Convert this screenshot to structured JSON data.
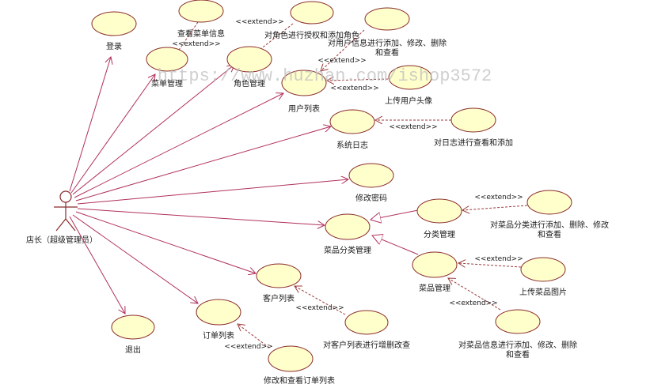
{
  "actor": {
    "label": "店长（超级管理员）"
  },
  "use_cases": {
    "login": "登录",
    "view_menu_info": "查看菜单信息",
    "menu_mgmt": "菜单管理",
    "role_mgmt": "角色管理",
    "role_auth": "对角色进行授权和添加角色",
    "user_crud_1": "对用户信息进行添加、修改、删除",
    "user_crud_2": "和查看",
    "user_list": "用户列表",
    "upload_avatar": "上传用户头像",
    "system_log": "系统日志",
    "log_view": "对日志进行查看和添加",
    "change_pwd": "修改密码",
    "dish_category_mgmt": "菜品分类管理",
    "category_mgmt": "分类管理",
    "category_crud_1": "对菜品分类进行添加、删除、修改",
    "category_crud_2": "和查看",
    "dish_mgmt": "菜品管理",
    "upload_dish_img": "上传菜品图片",
    "dish_crud_1": "对菜品信息进行添加、修改、删除",
    "dish_crud_2": "和查看",
    "customer_list": "客户列表",
    "customer_crud": "对客户列表进行增删改查",
    "order_list": "订单列表",
    "order_edit": "修改和查看订单列表",
    "logout": "退出"
  },
  "extend_label": "<<extend>>",
  "watermark": "https://www.huzhan.com/ishop3572"
}
